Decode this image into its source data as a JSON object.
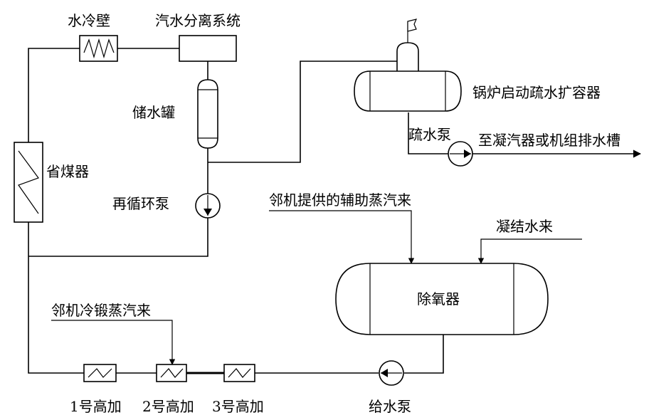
{
  "labels": {
    "water_wall": "水冷壁",
    "separator": "汽水分离系统",
    "storage_tank": "储水罐",
    "economizer": "省煤器",
    "recirc_pump": "再循环泵",
    "flash_tank": "锅炉启动疏水扩容器",
    "drain_pump": "疏水泵",
    "to_condenser": "至凝汽器或机组排水槽",
    "aux_steam": "邻机提供的辅助蒸汽来",
    "condensate": "凝结水来",
    "deaerator": "除氧器",
    "cold_steam": "邻机冷锻蒸汽来",
    "hp_heater_1": "1号高加",
    "hp_heater_2": "2号高加",
    "hp_heater_3": "3号高加",
    "feed_pump": "给水泵"
  }
}
